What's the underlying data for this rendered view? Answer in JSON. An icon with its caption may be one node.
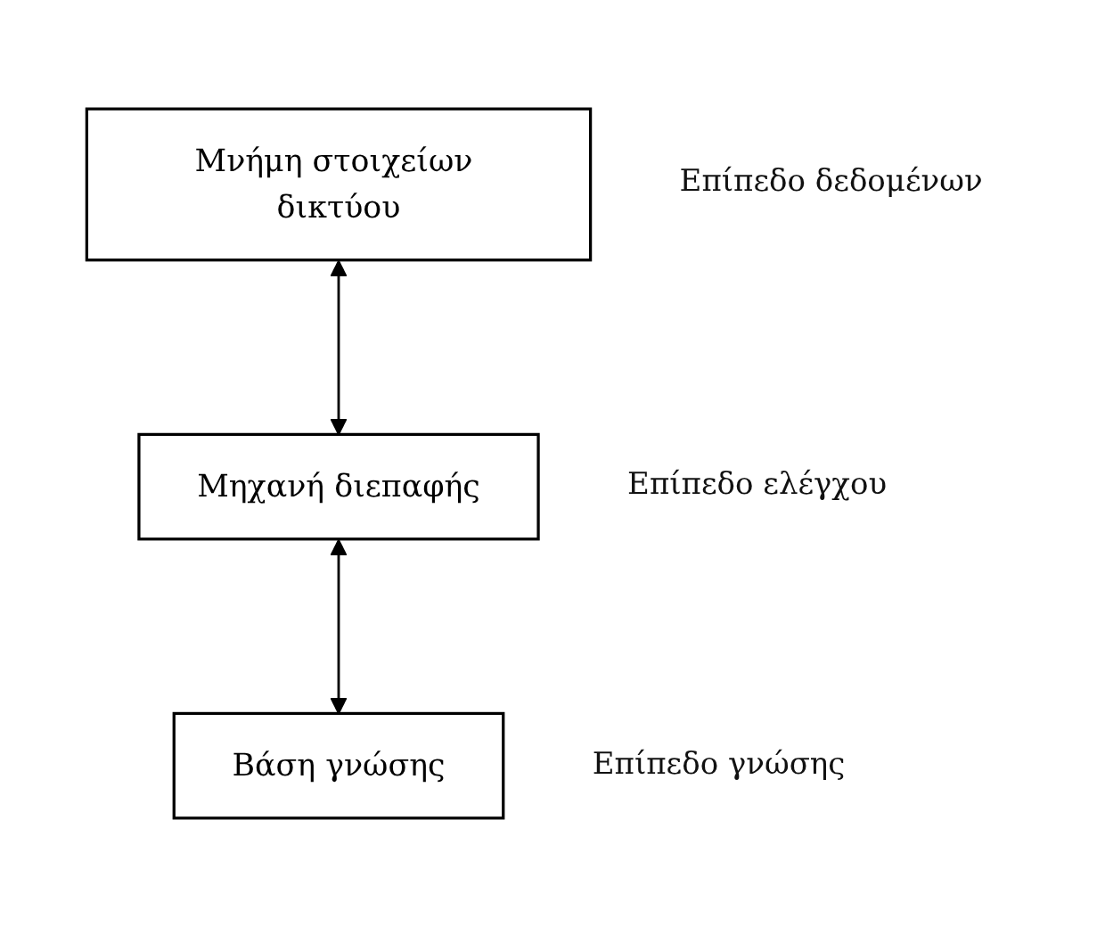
{
  "diagram": {
    "nodes": [
      {
        "text": [
          "Μνήμη στοιχείων δικτύου"
        ],
        "beside": [
          "Επίπεδο δεδομένων"
        ]
      },
      {
        "text": [
          "Μηχανή διεπαφής"
        ],
        "beside": [
          "Επίπεδο ελέγχου"
        ]
      },
      {
        "text": [
          "Βάση γνώσης"
        ],
        "beside": [
          "Επίπεδο γνώσης"
        ]
      }
    ],
    "edges": [
      {
        "from": 0,
        "to": 1,
        "arrow": "both"
      },
      {
        "from": 1,
        "to": 2,
        "arrow": "both"
      }
    ]
  }
}
